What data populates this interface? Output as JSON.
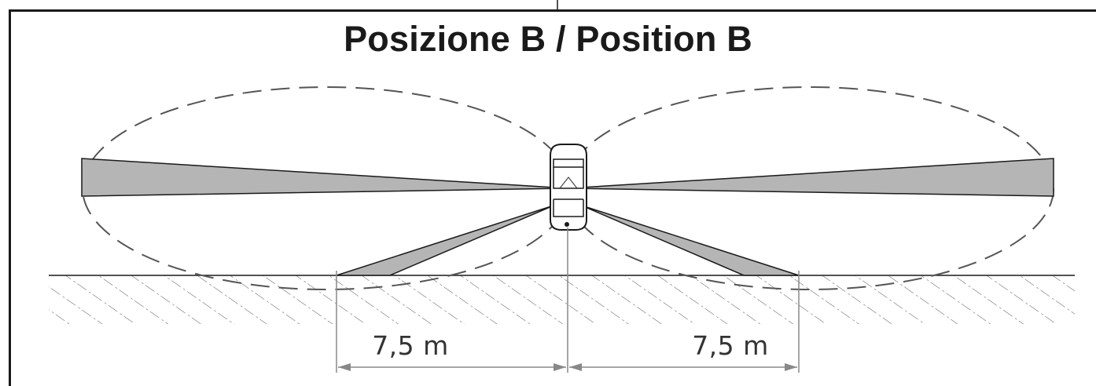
{
  "title": "Posizione B / Position B",
  "dimensions": {
    "left": "7,5 m",
    "right": "7,5 m"
  },
  "colors": {
    "beam_fill": "#b5b5b5",
    "line": "#1a1a1a",
    "hatch": "#555555",
    "dim_line": "#888888"
  }
}
